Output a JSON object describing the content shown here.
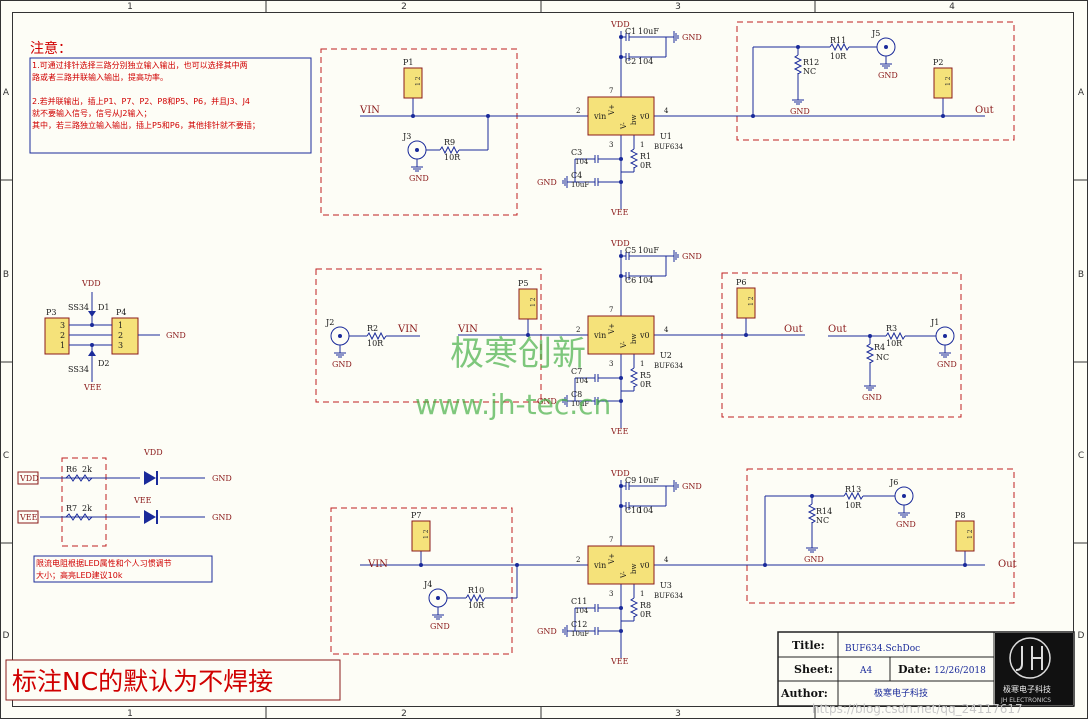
{
  "frame": {
    "cols": [
      "1",
      "2",
      "3",
      "4"
    ],
    "rows": [
      "A",
      "B",
      "C",
      "D"
    ]
  },
  "notes": {
    "title": "注意：",
    "lines": [
      "1.可通过排针选择三路分别独立输入输出，也可以选择其中两",
      "路或者三路并联输入输出，提高功率。",
      "",
      "2.若并联输出，插上P1、P7、P2、P8和P5、P6，并且J3、J4",
      "就不要输入信号，信号从J2输入；",
      "其中，若三路独立输入输出，插上P5和P6，其他排针就不要插；"
    ],
    "led_note": [
      "限流电阻根据LED属性和个人习惯调节",
      "大小；高亮LED建议10k"
    ],
    "nc_note": "标注NC的默认为不焊接"
  },
  "watermark": {
    "cn": "极寒创新",
    "url": "www.jh-tec.cn"
  },
  "bottom_right_watermark": "https://blog.csdn.net/qq_24117617",
  "logo_text": [
    "极寒电子科技",
    "JH ELECTRONICS"
  ],
  "titleblock": {
    "title_label": "Title:",
    "title_value": "BUF634.SchDoc",
    "sheet_label": "Sheet:",
    "sheet_value": "A4",
    "date_label": "Date:",
    "date_value": "12/26/2018",
    "author_label": "Author:",
    "author_value": "极寒电子科技"
  },
  "net": {
    "vin": "VIN",
    "out": "Out",
    "vdd": "VDD",
    "vee": "VEE",
    "gnd": "GND"
  },
  "parts": {
    "ch1": {
      "P_in": "P1",
      "J_in": "J3",
      "R_in": "R9",
      "R_in_val": "10R",
      "C_a": "C1",
      "C_a_val": "10uF",
      "C_b": "C2",
      "C_b_val": "104",
      "C_c": "C3",
      "C_c_val": "104",
      "C_d": "C4",
      "C_d_val": "10uF",
      "R_bw": "R1",
      "R_bw_val": "0R",
      "U": "U1",
      "R_nc": "R12",
      "R_out": "R11",
      "R_out_val": "10R",
      "J_out": "J5",
      "P_out": "P2"
    },
    "ch2": {
      "P_in": "P5",
      "J_in": "J2",
      "R_in": "R2",
      "R_in_val": "10R",
      "C_a": "C5",
      "C_a_val": "10uF",
      "C_b": "C6",
      "C_b_val": "104",
      "C_c": "C7",
      "C_c_val": "104",
      "C_d": "C8",
      "C_d_val": "10uF",
      "R_bw": "R5",
      "R_bw_val": "0R",
      "U": "U2",
      "R_nc": "R4",
      "R_out": "R3",
      "R_out_val": "10R",
      "J_out": "J1",
      "P_out": "P6"
    },
    "ch3": {
      "P_in": "P7",
      "J_in": "J4",
      "R_in": "R10",
      "R_in_val": "10R",
      "C_a": "C9",
      "C_a_val": "10uF",
      "C_b": "C10",
      "C_b_val": "104",
      "C_c": "C11",
      "C_c_val": "104",
      "C_d": "C12",
      "C_d_val": "10uF",
      "R_bw": "R8",
      "R_bw_val": "0R",
      "U": "U3",
      "R_nc": "R14",
      "R_out": "R13",
      "R_out_val": "10R",
      "J_out": "J6",
      "P_out": "P8"
    },
    "chip": {
      "name": "BUF634",
      "pin_vin": "vin",
      "pin_v0": "v0",
      "pin_bw": "bw",
      "pin_vplus": "V+",
      "pin_vminus": "V-",
      "pin2": "2",
      "pin4": "4",
      "pin3": "3",
      "pin1": "1",
      "pin7": "7"
    },
    "nc": "NC",
    "power": {
      "P3": "P3",
      "P4": "P4",
      "D1": "D1",
      "D2": "D2",
      "diode": "SS34",
      "pins": [
        "3",
        "2",
        "1"
      ]
    },
    "led": {
      "R6": "R6",
      "R6_val": "2k",
      "R7": "R7",
      "R7_val": "2k"
    },
    "pin_label": "1 2"
  }
}
